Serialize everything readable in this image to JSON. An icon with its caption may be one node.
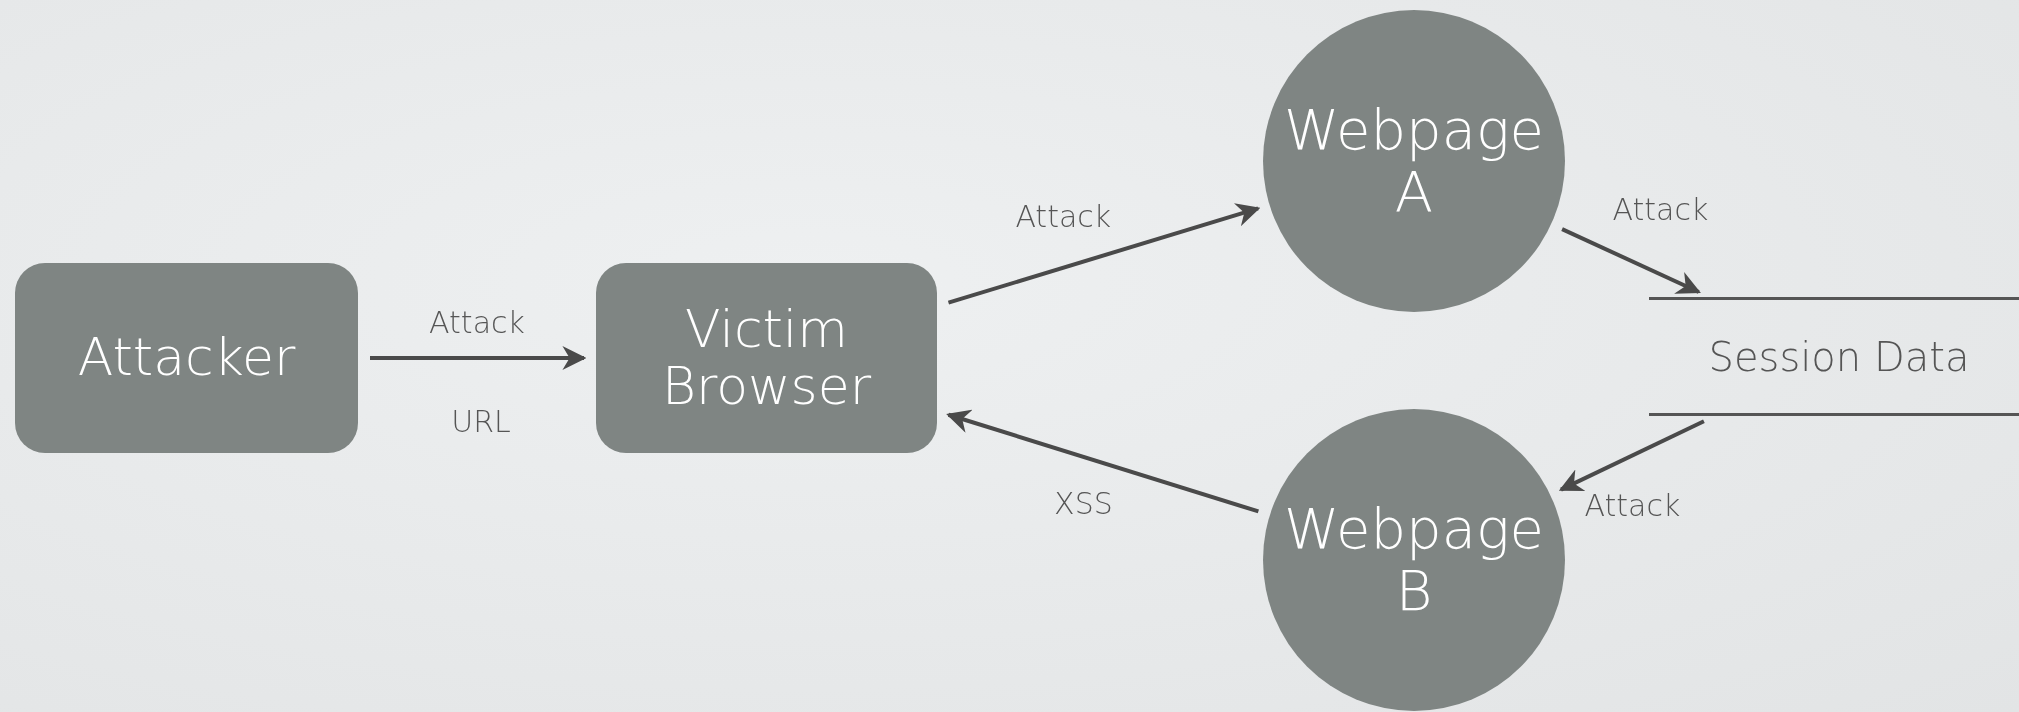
{
  "diagram": {
    "nodes": [
      {
        "text": [
          "Attacker"
        ]
      },
      {
        "text": [
          "Victim Browser"
        ]
      },
      {
        "text": [
          "Webpage A"
        ]
      },
      {
        "text": [
          "Webpage B"
        ]
      },
      {
        "text": [
          "Session Data"
        ]
      }
    ],
    "edges": [
      {
        "from": 0,
        "to": 1,
        "arrow": "to",
        "label": "Attack"
      },
      {
        "from": 1,
        "to": 2,
        "arrow": "to",
        "label": "Attack"
      },
      {
        "from": 2,
        "to": 4,
        "arrow": "to",
        "label": "Attack"
      },
      {
        "from": 4,
        "to": 3,
        "arrow": "to",
        "label": "Attack"
      },
      {
        "from": 3,
        "to": 1,
        "arrow": "to",
        "label": "XSS"
      }
    ],
    "labels": [
      "URL"
    ]
  }
}
